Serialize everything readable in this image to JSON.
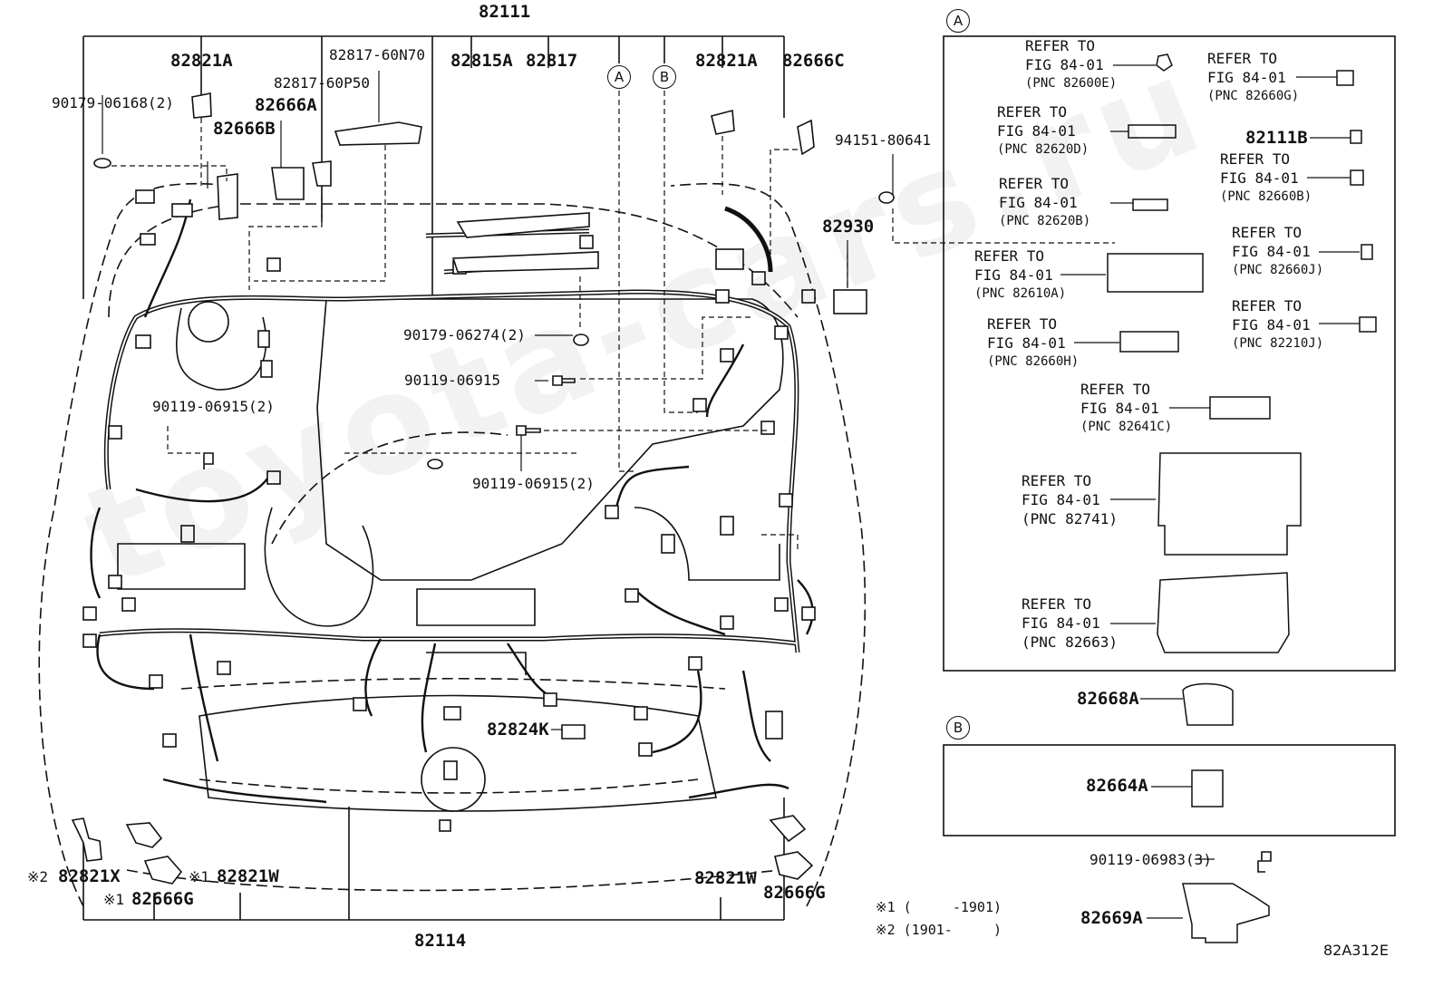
{
  "figure_id": "82A312E",
  "watermark": "toyota-cars.ru",
  "top_labels": {
    "main_harness": "82111",
    "part_82821A_left": "82821A",
    "part_82817_60N70": "82817-60N70",
    "part_82817_60P50": "82817-60P50",
    "part_82666A": "82666A",
    "part_82666B": "82666B",
    "part_82815A": "82815A",
    "part_82817": "82817",
    "part_82821A_right": "82821A",
    "part_82666C": "82666C",
    "part_94151": "94151-80641",
    "part_82930": "82930"
  },
  "bolt_labels": {
    "b1": "90179-06168(2)",
    "b2": "90179-06274(2)",
    "b3": "90119-06915",
    "b4": "90119-06915(2)",
    "b5": "90119-06915(2)",
    "b6": "90119-06983(3)"
  },
  "bottom_labels": {
    "front_harness": "82114",
    "part_82824K": "82824K",
    "part_82821X": "82821X",
    "part_82821W_left": "82821W",
    "part_82666G_left": "82666G",
    "part_82821W_right": "82821W",
    "part_82666G_right": "82666G",
    "mark_x2": "※2",
    "mark_x1a": "※1",
    "mark_x1b": "※1"
  },
  "callouts": {
    "a": "A",
    "b": "B"
  },
  "refer_box_a": [
    {
      "line1": "REFER TO",
      "line2": "FIG 84-01",
      "pnc": "(PNC 82600E)"
    },
    {
      "line1": "REFER TO",
      "line2": "FIG 84-01",
      "pnc": "(PNC 82660G)"
    },
    {
      "line1": "REFER TO",
      "line2": "FIG 84-01",
      "pnc": "(PNC 82620D)"
    },
    {
      "line1": "REFER TO",
      "line2": "FIG 84-01",
      "pnc": "(PNC 82660B)"
    },
    {
      "line1": "REFER TO",
      "line2": "FIG 84-01",
      "pnc": "(PNC 82620B)"
    },
    {
      "line1": "REFER TO",
      "line2": "FIG 84-01",
      "pnc": "(PNC 82660J)"
    },
    {
      "line1": "REFER TO",
      "line2": "FIG 84-01",
      "pnc": "(PNC 82610A)"
    },
    {
      "line1": "REFER TO",
      "line2": "FIG 84-01",
      "pnc": "(PNC 82210J)"
    },
    {
      "line1": "REFER TO",
      "line2": "FIG 84-01",
      "pnc": "(PNC 82660H)"
    },
    {
      "line1": "REFER TO",
      "line2": "FIG 84-01",
      "pnc": "(PNC 82641C)"
    },
    {
      "line1": "REFER TO",
      "line2": "FIG 84-01",
      "pnc": "(PNC 82741)"
    },
    {
      "line1": "REFER TO",
      "line2": "FIG 84-01",
      "pnc": "(PNC 82663)"
    }
  ],
  "box_a_part": "82111B",
  "right_parts": {
    "p82668A": "82668A",
    "p82664A": "82664A",
    "p82669A": "82669A"
  },
  "notes": {
    "n1": "※1 (     -1901)",
    "n2": "※2 (1901-     )"
  }
}
